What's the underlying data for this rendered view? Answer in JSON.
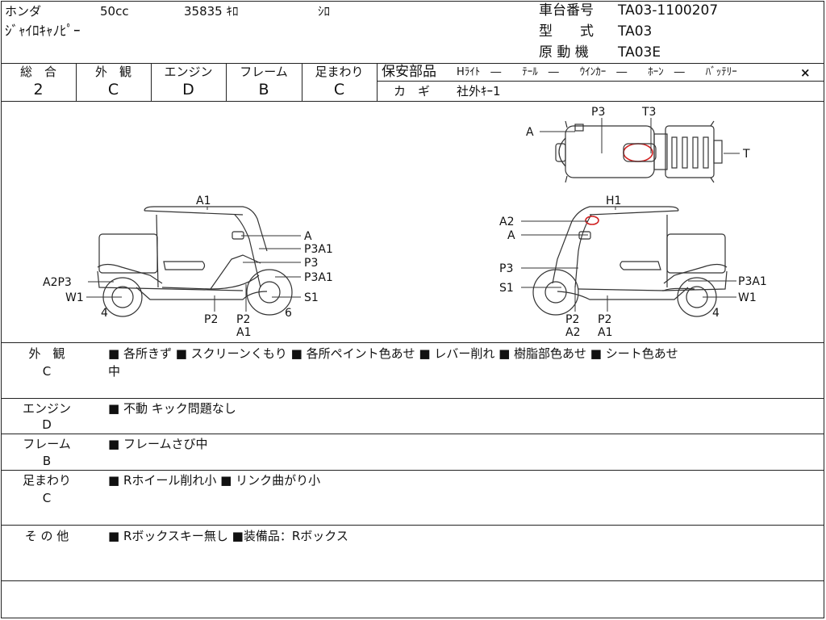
{
  "vehicle": {
    "maker": "ホンダ",
    "cc": "50cc",
    "mileage": "35835 ｷﾛ",
    "color": "ｼﾛ",
    "model_name": "ｼﾞｬｲﾛｷｬﾉﾋﾟｰ"
  },
  "registration": {
    "frame_label": "車台番号",
    "frame_value": "TA03-1100207",
    "type_label": "型　　式",
    "type_value": "TA03",
    "engine_label": "原 動 機",
    "engine_value": "TA03E"
  },
  "grades": {
    "headers": [
      "総　合",
      "外　観",
      "エンジン",
      "フレーム",
      "足まわり"
    ],
    "values": [
      "2",
      "C",
      "D",
      "B",
      "C"
    ]
  },
  "safety": {
    "label": "保安部品",
    "items": "Hﾗｲﾄ　―　　ﾃｰﾙ　―　　ｳｲﾝｶｰ　―　　ﾎｰﾝ　―　　ﾊﾞｯﾃﾘｰ",
    "battery_mark": "×",
    "key_label": "カ　ギ",
    "key_value": "社外ｷｰ1"
  },
  "diagram_labels": {
    "left": {
      "A1": "A1",
      "A": "A",
      "P3A1_top": "P3A1",
      "P3": "P3",
      "P3A1_bot": "P3A1",
      "A2P3": "A2P3",
      "W1": "W1",
      "S1": "S1",
      "n4": "4",
      "n6": "6",
      "P2_left": "P2",
      "P2_mid": "P2",
      "A1_bot": "A1"
    },
    "right": {
      "H1": "H1",
      "A2": "A2",
      "A": "A",
      "P3": "P3",
      "S1": "S1",
      "P3A1": "P3A1",
      "W1": "W1",
      "n4": "4",
      "P2_left": "P2",
      "A2_bot": "A2",
      "P2_right": "P2",
      "A1_bot": "A1"
    },
    "top": {
      "P3": "P3",
      "T3": "T3",
      "A": "A",
      "T": "T"
    }
  },
  "sections": [
    {
      "label": "外　観",
      "grade": "C",
      "text": "■ 各所きず ■ スクリーンくもり ■ 各所ペイント色あせ ■ レバー削れ ■ 樹脂部色あせ ■ シート色あせ",
      "text2": "中"
    },
    {
      "label": "エンジン",
      "grade": "D",
      "text": "■ 不動 キック問題なし",
      "text2": ""
    },
    {
      "label": "フレーム",
      "grade": "B",
      "text": "■ フレームさび中",
      "text2": ""
    },
    {
      "label": "足まわり",
      "grade": "C",
      "text": "■ Rホイール削れ小 ■ リンク曲がり小",
      "text2": ""
    },
    {
      "label": "そ の 他",
      "grade": "",
      "text": "■ Rボックスキー無し ■装備品：Rボックス",
      "text2": ""
    }
  ],
  "colors": {
    "line": "#222222",
    "damage_mark": "#d02020"
  }
}
